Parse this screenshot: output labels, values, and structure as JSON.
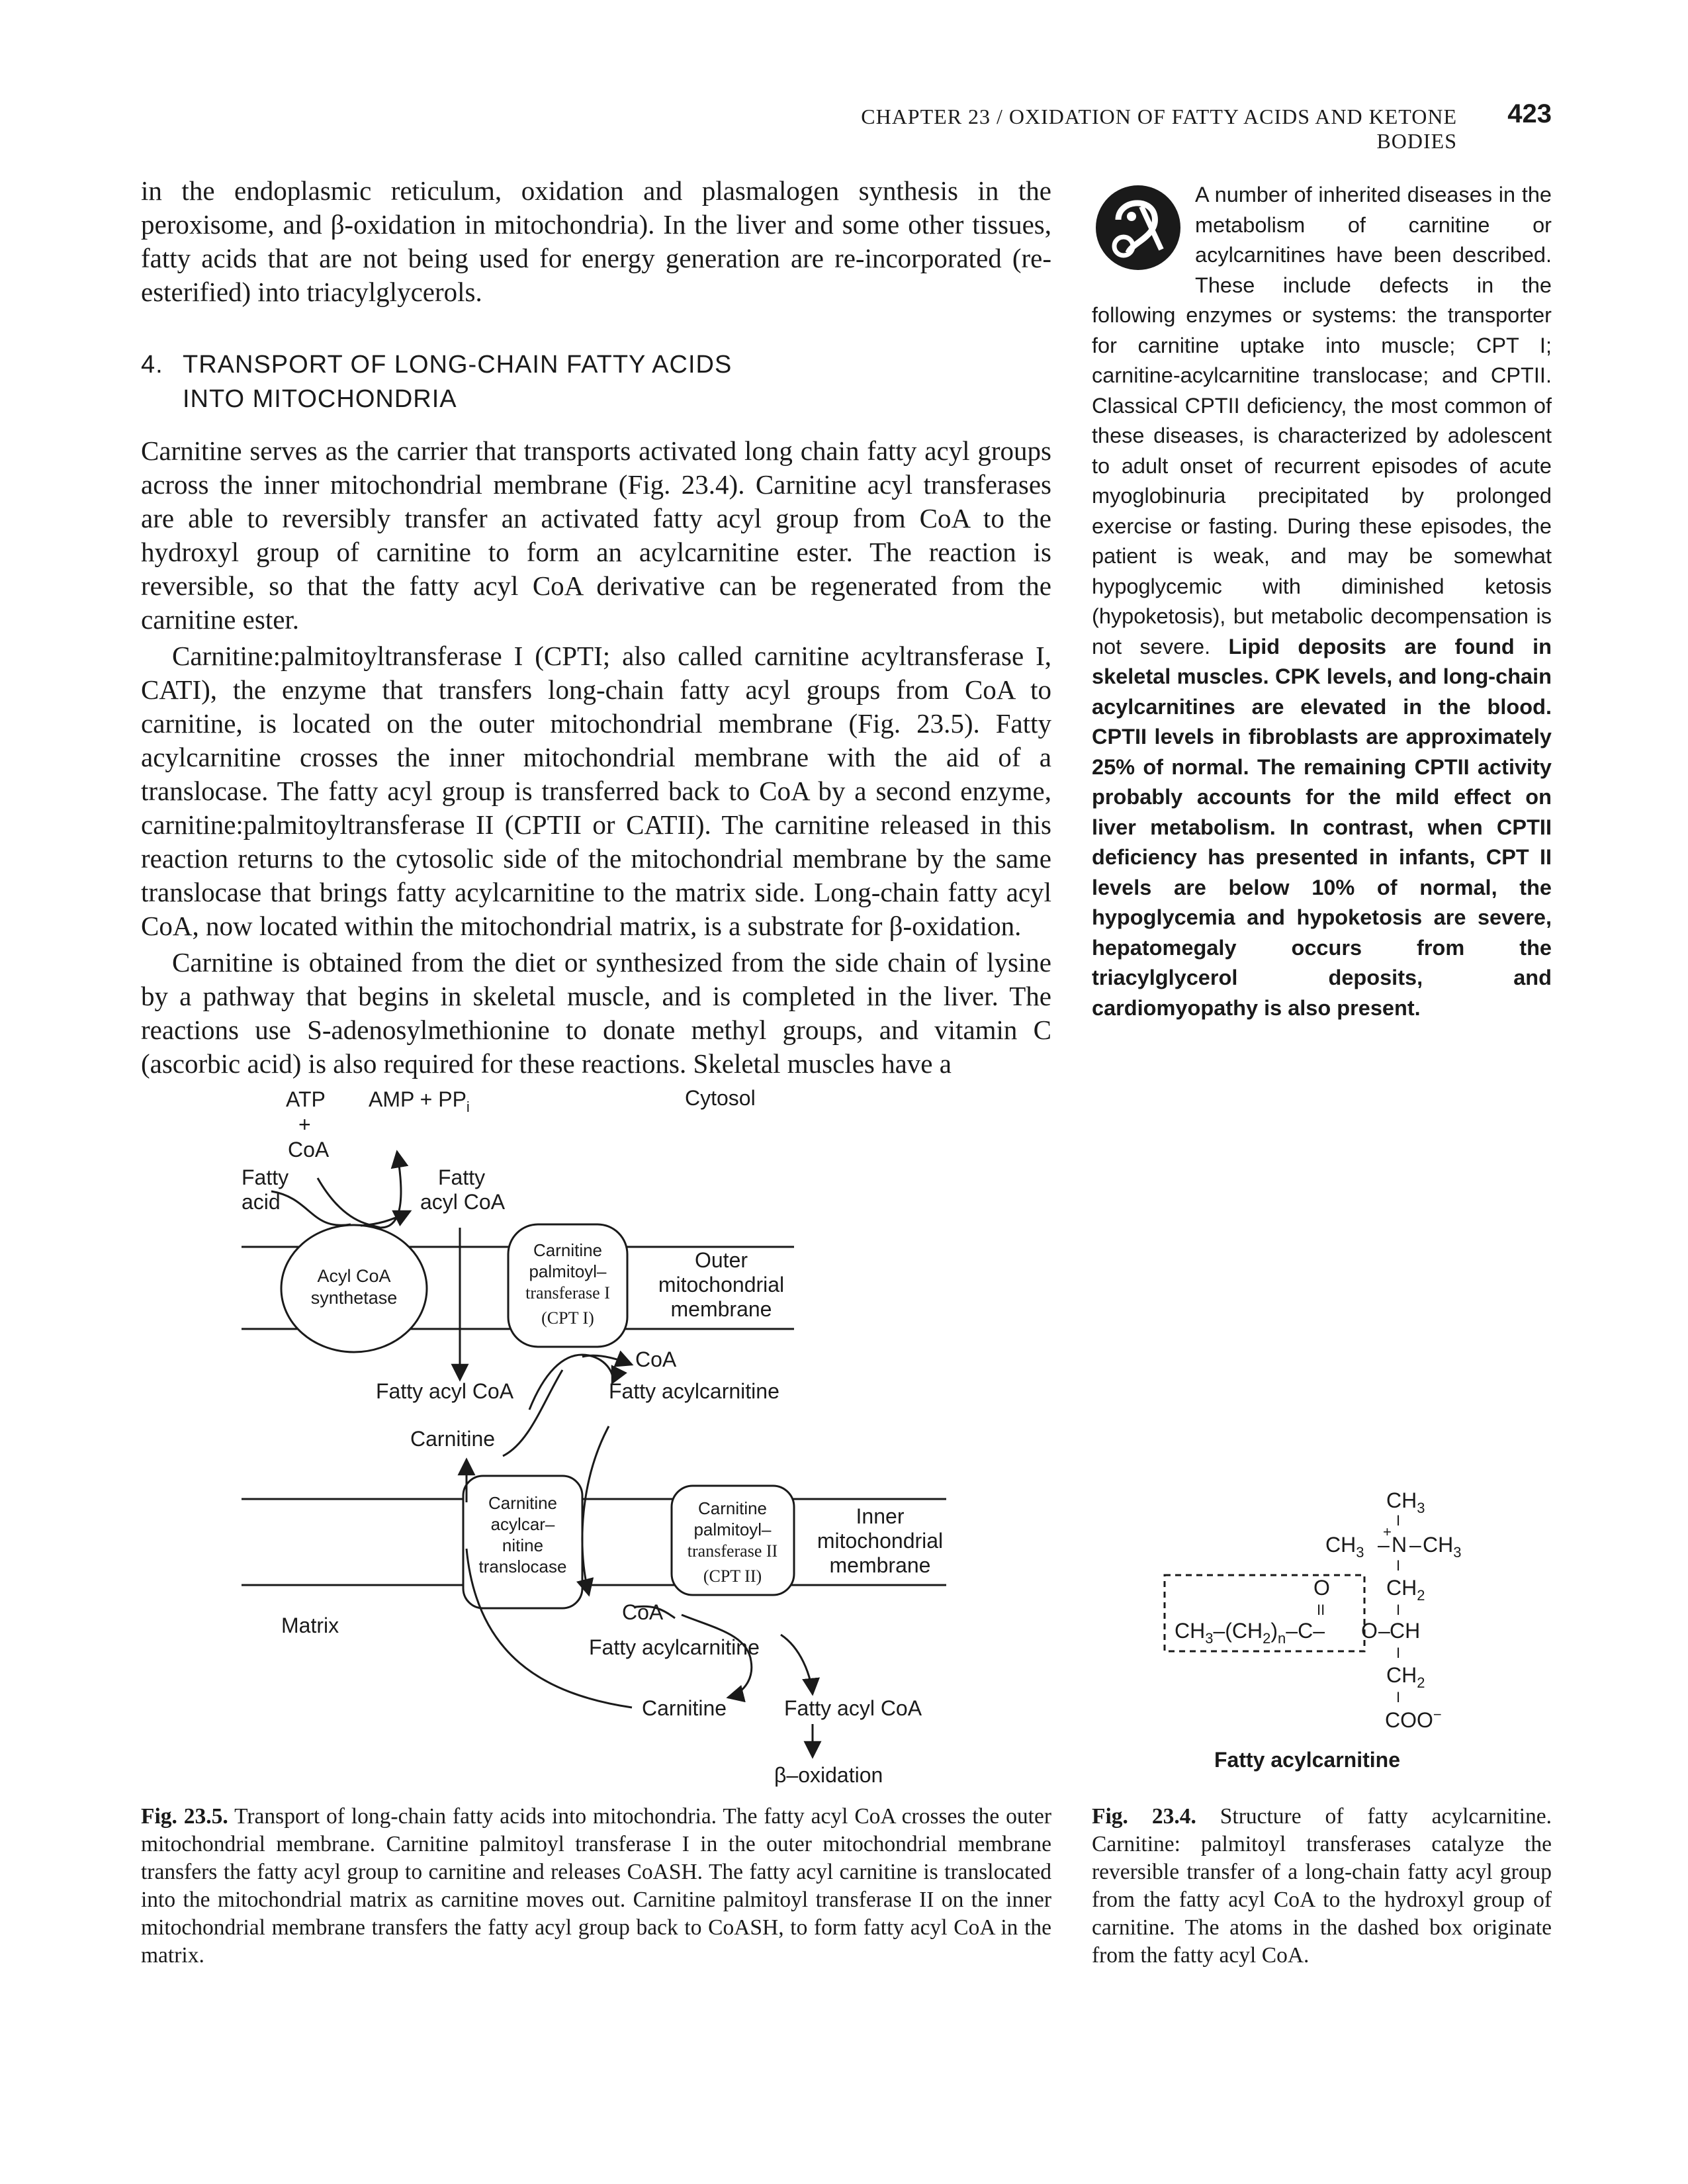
{
  "header": {
    "running_head": "CHAPTER 23 / OXIDATION OF FATTY ACIDS AND KETONE BODIES",
    "page_number": "423"
  },
  "body": {
    "para_intro": "in the endoplasmic reticulum, oxidation and plasmalogen synthesis in the peroxisome, and β-oxidation in mitochondria). In the liver and some other tissues, fatty acids that are not being used for energy generation are re-incorporated (re-esterified) into triacylglycerols.",
    "section_number": "4.",
    "section_title_line1": "TRANSPORT OF LONG-CHAIN FATTY ACIDS",
    "section_title_line2": "INTO MITOCHONDRIA",
    "para_1": "Carnitine serves as the carrier that transports activated long chain fatty acyl groups across the inner mitochondrial membrane (Fig. 23.4). Carnitine acyl transferases are able to reversibly transfer an activated fatty acyl group from CoA to the hydroxyl group of carnitine to form an acylcarnitine ester. The reaction is reversible, so that the fatty acyl CoA derivative can be regenerated from the carnitine ester.",
    "para_2": "Carnitine:palmitoyltransferase I (CPTI; also called carnitine acyltransferase I, CATI), the enzyme that transfers long-chain fatty acyl groups from CoA to carnitine, is located on the outer mitochondrial membrane (Fig. 23.5). Fatty acylcarnitine crosses the inner mitochondrial membrane with the aid of a translocase. The fatty acyl group is transferred back to CoA by a second enzyme, carnitine:palmitoyltransferase II (CPTII or CATII). The carnitine released in this reaction returns to the cytosolic side of the mitochondrial membrane by the same translocase that brings fatty acylcarnitine to the matrix side. Long-chain fatty acyl CoA, now located within the mitochondrial matrix, is a substrate for β-oxidation.",
    "para_3": "Carnitine is obtained from the diet or synthesized from the side chain of lysine by a pathway that begins in skeletal muscle, and is completed in the liver. The reactions use S-adenosylmethionine to donate methyl groups, and vitamin C (ascorbic acid) is also required for these reactions. Skeletal muscles have a"
  },
  "sidebar": {
    "icon": "inherited-disease-icon",
    "text_plain": "A number of inherited diseases in the metabolism of carnitine or acylcarnitines have been described. These include defects in the following enzymes or systems: the transporter for carnitine uptake into muscle; CPT I; carnitine-acylcarnitine translocase; and CPTII. Classical CPTII deficiency, the most common of these diseases, is characterized by adolescent to adult onset of recurrent episodes of acute myoglobinuria precipitated by prolonged exercise or fasting. During these episodes, the patient is weak, and may be somewhat hypoglycemic with diminished ketosis (hypoketosis), but metabolic decompensation is not severe.",
    "text_bold": "Lipid deposits are found in skeletal muscles. CPK levels, and long-chain acylcarnitines are elevated in the blood. CPTII levels in fibroblasts are approximately 25% of normal. The remaining CPTII activity probably accounts for the mild effect on liver metabolism. In contrast, when CPTII deficiency has presented in infants, CPT II levels are below 10% of normal, the hypoglycemia and hypoketosis are severe, hepatomegaly occurs from the triacylglycerol deposits, and cardiomyopathy is also present."
  },
  "fig235": {
    "atp": "ATP",
    "amp_ppi": "AMP + PP",
    "ppi_sub": "i",
    "plus": "+",
    "coa_top": "CoA",
    "fatty_acid_1": "Fatty",
    "fatty_acid_2": "acid",
    "fatty_acyl_coa_1": "Fatty",
    "fatty_acyl_coa_2": "acyl CoA",
    "cytosol": "Cytosol",
    "synthetase_1": "Acyl CoA",
    "synthetase_2": "synthetase",
    "cpt1_1": "Carnitine",
    "cpt1_2": "palmitoyl–",
    "cpt1_3": "transferase I",
    "cpt1_4": "(CPT I)",
    "outer_1": "Outer",
    "outer_2": "mitochondrial",
    "outer_3": "membrane",
    "coa_mid": "CoA",
    "fatty_acyl_coa_ims": "Fatty acyl CoA",
    "fatty_acylcarnitine_ims": "Fatty acylcarnitine",
    "carnitine_ims": "Carnitine",
    "translocase_1": "Carnitine",
    "translocase_2": "acylcar–",
    "translocase_3": "nitine",
    "translocase_4": "translocase",
    "cpt2_1": "Carnitine",
    "cpt2_2": "palmitoyl–",
    "cpt2_3": "transferase II",
    "cpt2_4": "(CPT II)",
    "inner_1": "Inner",
    "inner_2": "mitochondrial",
    "inner_3": "membrane",
    "matrix": "Matrix",
    "coa_matrix": "CoA",
    "fatty_acylcarnitine_matrix": "Fatty acylcarnitine",
    "carnitine_matrix": "Carnitine",
    "fatty_acyl_coa_matrix": "Fatty acyl CoA",
    "beta_oxidation": "β–oxidation",
    "caption_label": "Fig. 23.5.",
    "caption_text": "Transport of long-chain fatty acids into mitochondria. The fatty acyl CoA crosses the outer mitochondrial membrane. Carnitine palmitoyl transferase I in the outer mitochondrial membrane transfers the fatty acyl group to carnitine and releases CoASH. The fatty acyl carnitine is translocated into the mitochondrial matrix as carnitine moves out. Carnitine palmitoyl transferase II on the inner mitochondrial membrane transfers the fatty acyl group back to CoASH, to form fatty acyl CoA in the matrix."
  },
  "fig234": {
    "ch3_top": "CH",
    "sub3": "3",
    "n_left": "CH",
    "n_center": "N",
    "n_plus": "+",
    "n_right": "CH",
    "o_double": "O",
    "double_bond": "II",
    "ch2_a": "CH",
    "sub2": "2",
    "chain": "CH",
    "chain_mid": "(CH",
    "chain_n": "n",
    "chain_c": "C",
    "o_ester": "O",
    "ch": "CH",
    "ch2_b": "CH",
    "coo": "COO",
    "coo_minus": "−",
    "title": "Fatty acylcarnitine",
    "caption_label": "Fig. 23.4.",
    "caption_text": "Structure of fatty acylcarnitine. Carnitine: palmitoyl transferases catalyze the reversible transfer of a long-chain fatty acyl group from the fatty acyl CoA to the hydroxyl group of carnitine. The atoms in the dashed box originate from the fatty acyl CoA."
  }
}
